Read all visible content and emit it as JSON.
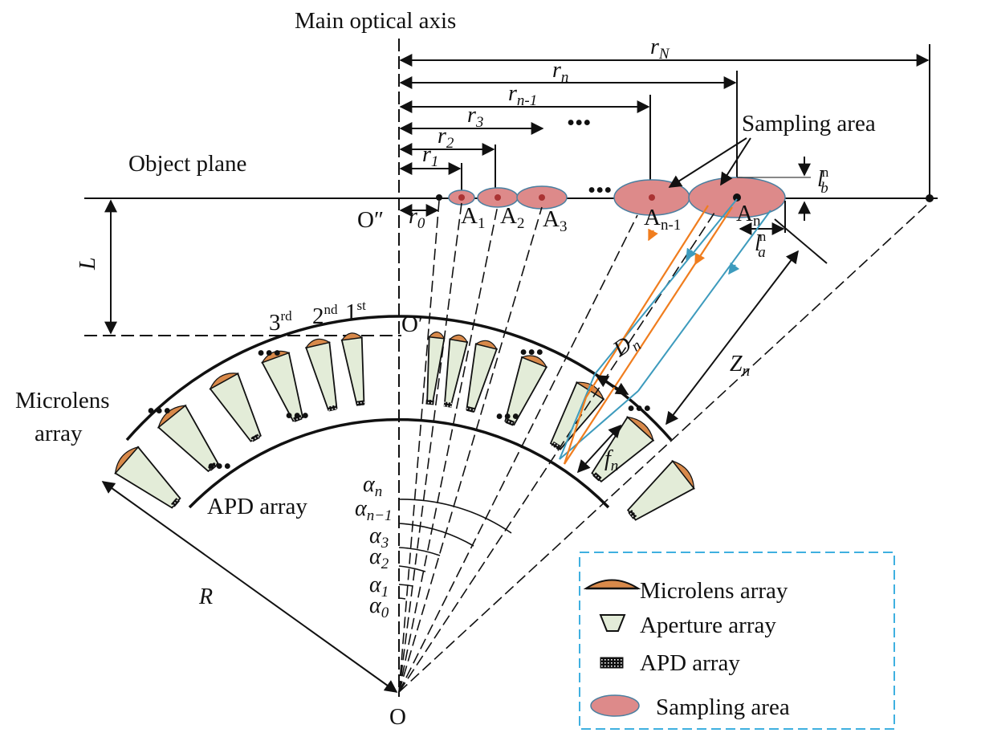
{
  "title": "Main optical axis",
  "object_plane_label": "Object plane",
  "sampling_area_label": "Sampling area",
  "microlens_label": [
    "Microlens",
    "array"
  ],
  "apd_label": "APD array",
  "ellipsis": "•••",
  "points": {
    "O_double_prime": "O″",
    "O_prime": "O′",
    "O": "O"
  },
  "symbols": {
    "L": "L",
    "R": "R",
    "Z": "Z",
    "D": "D",
    "f": "f",
    "l": "l",
    "r": "r",
    "A": "A",
    "alpha": "α",
    "sub_n": "n",
    "sub_n_minus_1": "n-1",
    "sub_n_minus_1_alpha": "n−1",
    "sub_N": "N",
    "sub_0": "0",
    "sub_1": "1",
    "sub_2": "2",
    "sub_3": "3",
    "sub_a": "a",
    "sub_b": "b",
    "sup_n": "n"
  },
  "ordinals": [
    {
      "num": "3",
      "suffix": "rd"
    },
    {
      "num": "2",
      "suffix": "nd"
    },
    {
      "num": "1",
      "suffix": "st"
    }
  ],
  "legend": {
    "items": [
      {
        "icon": "microlens-icon",
        "label": "Microlens array"
      },
      {
        "icon": "aperture-icon",
        "label": "Aperture array"
      },
      {
        "icon": "apd-icon",
        "label": "APD array"
      },
      {
        "icon": "sampling-area-icon",
        "label": "Sampling area"
      }
    ]
  },
  "colors": {
    "line": "#111111",
    "aperture_fill": "#e3ecd8",
    "microlens_fill": "#d8894a",
    "sampling_fill": "#dd8a8a",
    "legend_border": "#3fb0e0",
    "ray_orange": "#f07d1e",
    "ray_blue": "#3d9bbd"
  }
}
